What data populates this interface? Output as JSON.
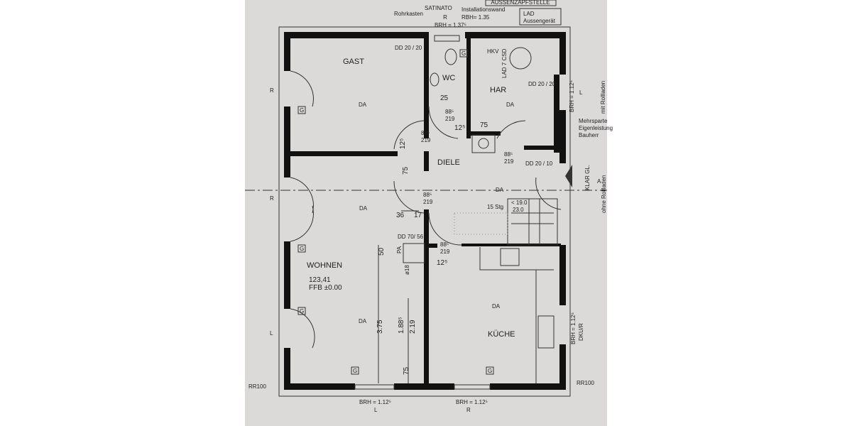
{
  "header": {
    "aussenzapfstelle": "AUSSENZAPFSTELLE",
    "rohrkasten": "Rohrkasten",
    "satinato": "SATINATO",
    "r_top": "R",
    "brh_top": "BRH = 1.37⁵",
    "installationswand": "Installationswand",
    "rbh": "RBH= 1.35",
    "lad": "LAD",
    "aussengeraet": "Aussengerät"
  },
  "rooms": {
    "gast": {
      "name": "GAST",
      "dd": "DD 20 / 20",
      "da": "DA"
    },
    "wc": {
      "name": "WC",
      "dim": "25",
      "door_w": "88⁵",
      "door_h": "219",
      "dim2": "12⁵"
    },
    "har": {
      "name": "HAR",
      "hkv": "HKV",
      "lad": "LAD 7 CSD",
      "dd": "DD 20 / 20",
      "da": "DA",
      "dim": "75",
      "door_w": "88⁵",
      "door_h": "219",
      "dd2": "DD 20 / 10"
    },
    "diele": {
      "name": "DIELE",
      "door_w": "88⁵",
      "door_h": "219",
      "dim1": "12⁵",
      "dim2": "75",
      "da": "DA",
      "door2_w": "88⁵",
      "door2_h": "219",
      "stairs": "15 Stg",
      "stairs_r1": "< 19.0",
      "stairs_r2": "23.0"
    },
    "wohnen": {
      "name": "WOHNEN",
      "area": "123,41",
      "ffb": "FFB ±0.00",
      "da1": "DA",
      "da2": "DA",
      "dim36": "36",
      "dim17": "17",
      "dd": "DD 70/ 56",
      "pa": "PA",
      "o18": "ø18",
      "dim50": "50",
      "dim375": "3.75",
      "dim188": "1.88⁵",
      "dim219": "2.19",
      "dim75": "75"
    },
    "kueche": {
      "name": "KÜCHE",
      "da": "DA",
      "door_w": "88⁵",
      "door_h": "219",
      "dim": "12⁵"
    }
  },
  "side_labels": {
    "r_left1": "R",
    "r_left2": "R",
    "l_left": "L",
    "brh_right": "BRH = 1.12⁵",
    "l_right": "L",
    "mit_rollladen": "mit Rollladen",
    "mehrsparte": "Mehrsparte",
    "eigenleistung": "Eigenleistung",
    "bauherr": "Bauherr",
    "klar_gl": "KLAR GL.",
    "a_mark": "A",
    "ohne_rollladen": "ohne Rollladen",
    "brh_kueche": "BRH = 1.12⁵",
    "dkur": "DKU/R",
    "rr100_left": "RR100",
    "rr100_right": "RR100",
    "brh_bottom1": "BRH = 1.12⁵",
    "l_bottom": "L",
    "brh_bottom2": "BRH = 1.12⁵",
    "r_bottom": "R",
    "g": "G"
  }
}
